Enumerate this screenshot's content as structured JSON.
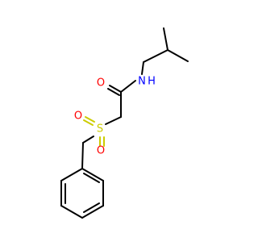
{
  "molecule": {
    "atoms": {
      "oxygen_carbonyl": {
        "label": "O"
      },
      "nitrogen": {
        "label": "N"
      },
      "hydrogen": {
        "label": "H"
      },
      "sulfur": {
        "label": "S"
      },
      "oxygen_sulfonyl_upper": {
        "label": "O"
      },
      "oxygen_sulfonyl_lower": {
        "label": "O"
      }
    }
  },
  "colors": {
    "bond": "#000000",
    "oxygen": "#ff0000",
    "nitrogen": "#0000ff",
    "sulfur": "#cccc00",
    "background": "#ffffff"
  }
}
